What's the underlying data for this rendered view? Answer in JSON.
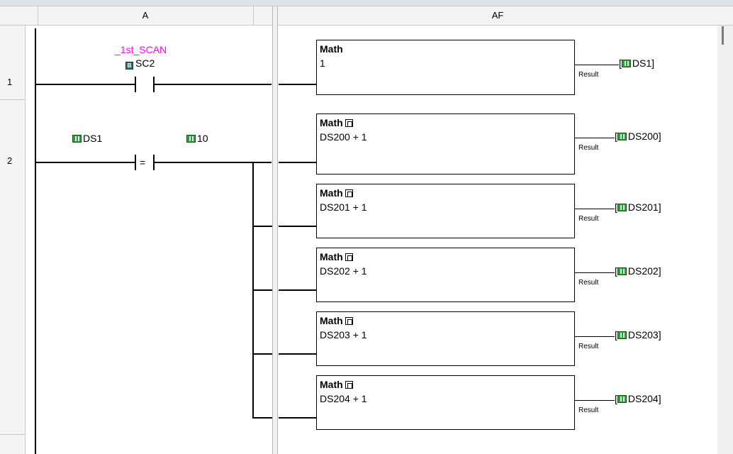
{
  "columns": {
    "a": "A",
    "af": "AF"
  },
  "rows": [
    {
      "number": "1"
    },
    {
      "number": "2"
    }
  ],
  "rung1": {
    "contact_nickname": "_1st_SCAN",
    "contact_address": "SC2",
    "math": {
      "title": "Math",
      "expression": "1",
      "result_label": "Result",
      "output": "DS1"
    }
  },
  "rung2": {
    "compare_left": "DS1",
    "compare_right": "10",
    "compare_op": "=",
    "math_blocks": [
      {
        "title": "Math",
        "expression": "DS200 + 1",
        "result_label": "Result",
        "output": "DS200"
      },
      {
        "title": "Math",
        "expression": "DS201 + 1",
        "result_label": "Result",
        "output": "DS201"
      },
      {
        "title": "Math",
        "expression": "DS202 + 1",
        "result_label": "Result",
        "output": "DS202"
      },
      {
        "title": "Math",
        "expression": "DS203 + 1",
        "result_label": "Result",
        "output": "DS203"
      },
      {
        "title": "Math",
        "expression": "DS204 + 1",
        "result_label": "Result",
        "output": "DS204"
      }
    ]
  },
  "icons": {
    "bit": "bit-address-icon",
    "register": "register-address-icon",
    "pulse": "one-shot-pulse-icon"
  }
}
